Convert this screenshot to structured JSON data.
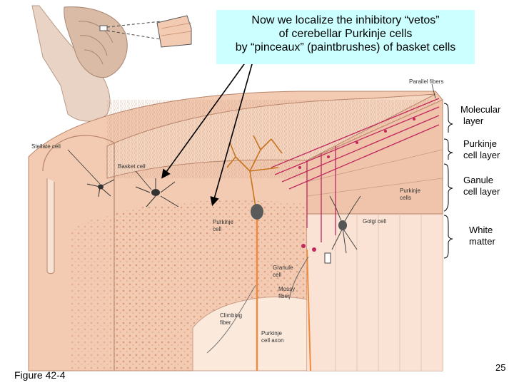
{
  "callout": {
    "line1": "Now we localize the inhibitory “vetos”",
    "line2": "of cerebellar Purkinje cells",
    "line3": "by “pinceaux” (paintbrushes) of basket cells"
  },
  "layers": {
    "molecular_1": "Molecular",
    "molecular_2": "layer",
    "purkinje_1": "Purkinje",
    "purkinje_2": "cell layer",
    "granule_1": "Ganule",
    "granule_2": "cell layer",
    "white_1": "White",
    "white_2": "matter"
  },
  "diagram_labels": {
    "parallel_fibers": "Parallel fibers",
    "stellate_cell": "Stellate cell",
    "basket_cell": "Basket cell",
    "purkinje_cell_1": "Purkinje",
    "purkinje_cell_2": "cell",
    "purkinje_cells_1": "Purkinje",
    "purkinje_cells_2": "cells",
    "golgi_cell": "Golgi cell",
    "granule_cell_1": "Granule",
    "granule_cell_2": "cell",
    "mossy_fiber_1": "Mossy",
    "mossy_fiber_2": "fiber",
    "climbing_fiber_1": "Climbing",
    "climbing_fiber_2": "fiber",
    "purkinje_axon_1": "Purkinje",
    "purkinje_axon_2": "cell axon"
  },
  "figure_label": "Figure 42-4",
  "page_number": "25",
  "colors": {
    "callout_bg": "#ccffff",
    "tissue": "#f3cbb2",
    "tissue_dark": "#e3ab8e",
    "purkinje_axon": "#f08a3a",
    "purkinje_dendrite": "#c8741f",
    "parallel_fiber": "#c0285e",
    "white_matter": "#fbe9dc"
  }
}
